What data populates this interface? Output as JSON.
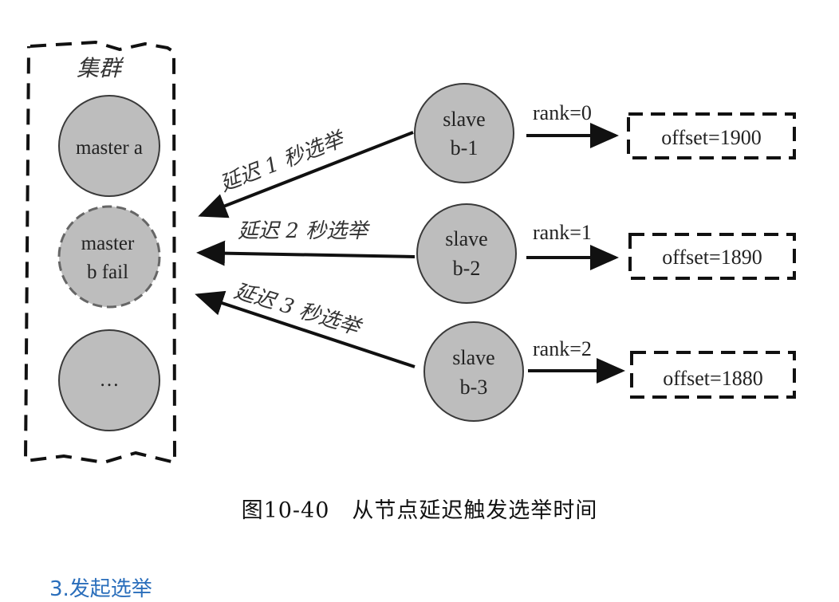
{
  "cluster": {
    "label": "集群",
    "masters": [
      {
        "label_lines": [
          "master a"
        ],
        "failed": false
      },
      {
        "label_lines": [
          "master",
          "b fail"
        ],
        "failed": true
      },
      {
        "label_lines": [
          "…"
        ],
        "failed": false
      }
    ]
  },
  "slaves": [
    {
      "label_lines": [
        "slave",
        "b-1"
      ],
      "rank": "rank=0",
      "offset": "offset=1900",
      "delay": "延迟 1 秒选举"
    },
    {
      "label_lines": [
        "slave",
        "b-2"
      ],
      "rank": "rank=1",
      "offset": "offset=1890",
      "delay": "延迟 2 秒选举"
    },
    {
      "label_lines": [
        "slave",
        "b-3"
      ],
      "rank": "rank=2",
      "offset": "offset=1880",
      "delay": "延迟 3 秒选举"
    }
  ],
  "caption": "图10-40　从节点延迟触发选举时间",
  "next_heading": "3.发起选举",
  "colors": {
    "node_fill": "#bdbdbd",
    "node_stroke": "#3a3a3a",
    "failed_stroke": "#666666",
    "line": "#111111",
    "heading": "#2a6ebb"
  }
}
